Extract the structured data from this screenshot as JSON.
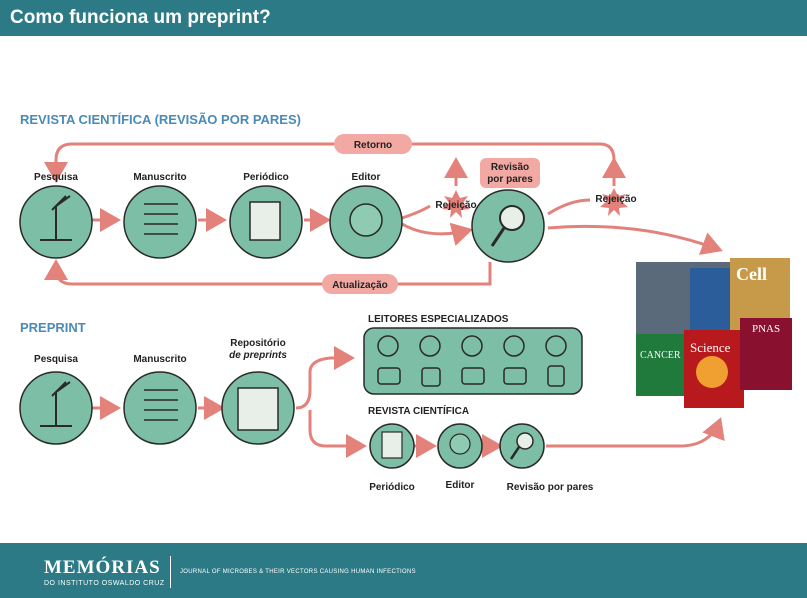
{
  "header": {
    "title": "Como funciona um preprint?"
  },
  "journal_section": {
    "label": "REVISTA CIENTÍFICA (REVISÃO POR PARES)",
    "nodes": [
      "Pesquisa",
      "Manuscrito",
      "Periódico",
      "Editor"
    ],
    "review_label": [
      "Revisão",
      "por pares"
    ],
    "rejection_1": "Rejeição",
    "rejection_2": "Rejeição",
    "return_label": "Retorno",
    "update_label": "Atualização"
  },
  "preprint_section": {
    "label": "PREPRINT",
    "nodes": [
      "Pesquisa",
      "Manuscrito"
    ],
    "repository_label": [
      "Repositório",
      "de preprints"
    ],
    "readers_label": "LEITORES ESPECIALIZADOS",
    "journal_label": "REVISTA CIENTÍFICA",
    "journal_nodes": [
      "Periódico",
      "Editor",
      "Revisão por pares"
    ]
  },
  "covers": {
    "cell": "Cell",
    "cancer": "CANCER",
    "science": "Science",
    "pnas": "PNAS"
  },
  "footer": {
    "logo_main": "MEMÓRIAS",
    "logo_sub": "DO INSTITUTO OSWALDO CRUZ",
    "tagline": "JOURNAL OF MICROBES & THEIR VECTORS CAUSING HUMAN INFECTIONS"
  },
  "colors": {
    "header": "#2b7a86",
    "circle": "#7dbfa6",
    "arrow": "#e3817b",
    "pill": "#f2a9a3",
    "section": "#4a8ab8"
  }
}
